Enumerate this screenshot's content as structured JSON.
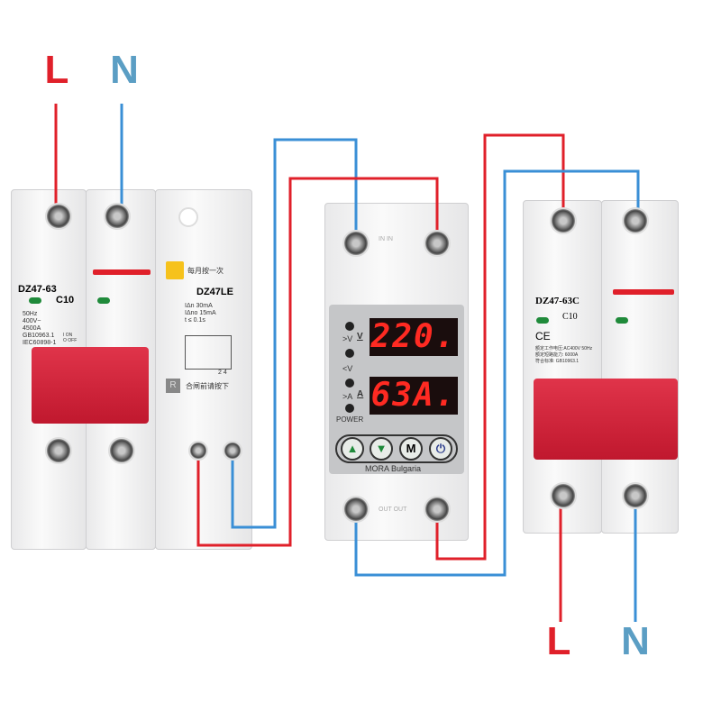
{
  "labels": {
    "top_live": "L",
    "top_neutral": "N",
    "bottom_live": "L",
    "bottom_neutral": "N"
  },
  "left_breaker": {
    "model": "DZ47-63",
    "rating": "C10",
    "specs": [
      "50Hz",
      "400V~",
      "4500A",
      "GB10963.1",
      "IEC60898-1"
    ],
    "switch_marks": [
      "I ON",
      "O OFF"
    ],
    "rcd_model": "DZ47LE",
    "rcd_test_note": "每月按一次",
    "rcd_specs": [
      "IΔn 30mA",
      "IΔno 15mA",
      "t ≤ 0.1s"
    ],
    "rcd_reset_note": "合闸前请按下",
    "rcd_reset_label": "R",
    "terminal_numbers": [
      "2",
      "4"
    ]
  },
  "relay": {
    "voltage_display": "220.",
    "current_display": "63A.",
    "indicators": [
      ">V",
      "<V",
      ">A"
    ],
    "unit_v": "V",
    "unit_a": "A",
    "power_label": "POWER",
    "buttons": [
      "▲",
      "▼",
      "M",
      "⏻"
    ],
    "brand": "MORA Bulgaria",
    "top_marks": [
      "IN",
      "IN"
    ],
    "bottom_marks": [
      "OUT",
      "OUT"
    ]
  },
  "right_breaker": {
    "model": "DZ47-63C",
    "rating": "C10",
    "ce": "CE",
    "specs": [
      "额定工作电压:AC400V 50Hz",
      "额定短路能力: 6000A",
      "符合标准: GB10963.1"
    ]
  },
  "colors": {
    "live": "#e0202a",
    "neutral": "#3a8fd6",
    "handle": "#d0213a"
  }
}
